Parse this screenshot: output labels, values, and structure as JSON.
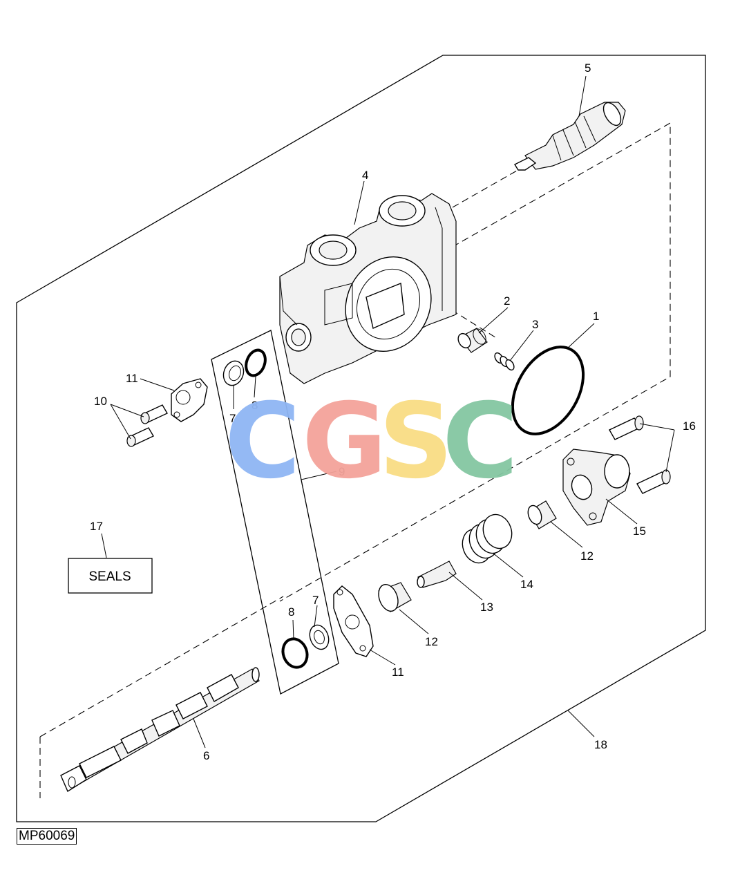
{
  "callouts": {
    "c1": "1",
    "c2": "2",
    "c3": "3",
    "c4": "4",
    "c5": "5",
    "c6": "6",
    "c7a": "7",
    "c7b": "7",
    "c8a": "8",
    "c8b": "8",
    "c9": "9",
    "c10": "10",
    "c11a": "11",
    "c11b": "11",
    "c12a": "12",
    "c12b": "12",
    "c13": "13",
    "c14": "14",
    "c15": "15",
    "c16": "16",
    "c17": "17",
    "c18": "18"
  },
  "seals_box": {
    "label": "SEALS"
  },
  "figure_id": "MP60069",
  "watermark": {
    "letters": [
      "C",
      "G",
      "S",
      "C"
    ],
    "colors": [
      "#8fb6f4",
      "#f4a39a",
      "#f9dd84",
      "#84c7a2"
    ]
  }
}
